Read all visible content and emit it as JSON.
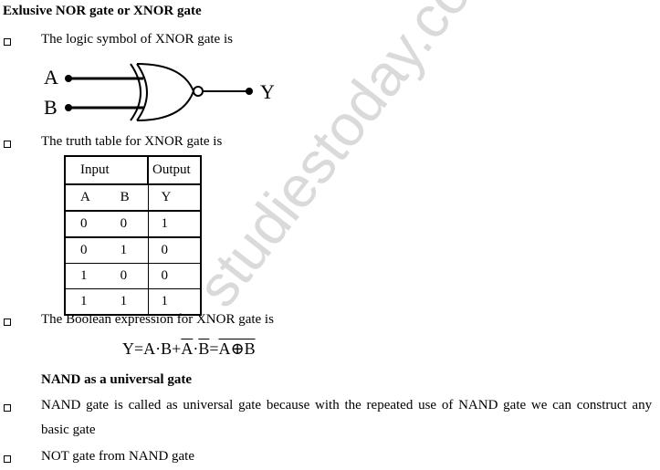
{
  "title": "Exlusive NOR gate or XNOR gate",
  "bullets": {
    "symbol": "The logic symbol of XNOR gate is",
    "truth": "The truth table for XNOR gate is",
    "boolean": "The Boolean expression for XNOR gate is",
    "universal": "NAND gate is called as universal gate because with the repeated use of NAND gate we can construct any",
    "universal_cont": "basic gate",
    "not": "NOT gate from NAND gate"
  },
  "gate": {
    "input_a": "A",
    "input_b": "B",
    "output": "Y"
  },
  "table": {
    "header": [
      "Input",
      "Output"
    ],
    "subheader": [
      "A",
      "B",
      "Y"
    ],
    "rows": [
      [
        "0",
        "0",
        "1"
      ],
      [
        "0",
        "1",
        "0"
      ],
      [
        "1",
        "0",
        "0"
      ],
      [
        "1",
        "1",
        "1"
      ]
    ]
  },
  "expression": {
    "lhs": "Y=A·B+",
    "a_bar": "A",
    "dot": "·",
    "b_bar": "B",
    "eq": "=",
    "xnor": "A⊕B"
  },
  "heading": "NAND as a universal gate",
  "watermark": "studiestoday.com"
}
